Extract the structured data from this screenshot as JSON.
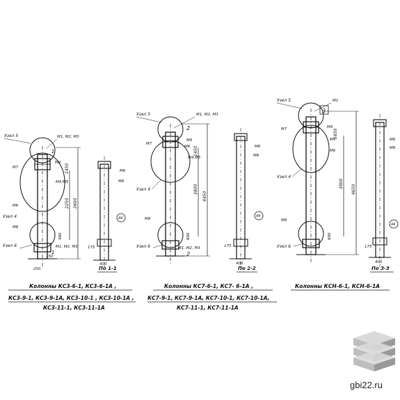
{
  "drawing": {
    "group1": {
      "caption_line1": "Колонны КС3-6-1, КС3-6-1А ,",
      "caption_line2": "КС3-9-1, КС3-9-1А, КС3-10-1 , КС3-10-1А ,",
      "caption_line3": "КС3-11-1, КС3-11-1А",
      "section": "По 1-1",
      "labels": {
        "uzel5": "Узел 5",
        "uzel4": "Узел 4",
        "uzel6": "Узел 6",
        "m1m2m3_top": "М1, М2, М3",
        "m1m2m3_bot": "М1, М2, М3",
        "m7": "М7",
        "m9": "М9",
        "m4m5": "М4,М5",
        "m6": "М6",
        "m8": "М8",
        "m6_side": "М6",
        "m8_side": "М8",
        "d2600": "2600",
        "d2250": "2250",
        "d1450": "1450",
        "d480": "480",
        "d150": "150",
        "d175": "175",
        "d400": "400",
        "d250": "250",
        "d1_top": "1",
        "d1_bot": "1",
        "c44": "44"
      }
    },
    "group2": {
      "caption_line1": "Колонны КС7-6-1, КС7- 6-1А ,",
      "caption_line2": "КС7-9-1, КС7-9-1А, КС7-10-1, КС7-10-1А,",
      "caption_line3": "КС7-11-1, КС7-11-1А",
      "section": "По 2-2",
      "labels": {
        "uzel5": "Узел 5",
        "uzel4": "Узел 4",
        "uzel6": "Узел 6",
        "m1m2m3_top": "М1, М2, М3",
        "m1m2m3_bot": "М1, М2, М3",
        "m7": "М7",
        "m9": "М9",
        "m4m5": "М4,М5",
        "m6": "М6",
        "m8": "М8",
        "m6_side": "М6",
        "m8_side": "М8",
        "d4450": "4450",
        "d3800": "3800",
        "d1450": "1450",
        "d600": "600",
        "d175": "175",
        "d400": "400",
        "d2_top": "2",
        "d2_bot": "2",
        "c44": "44"
      }
    },
    "group3": {
      "caption_line1": "Колонны КСН-6-1, КСН-6-1А",
      "section": "По 3-3",
      "labels": {
        "uzel5": "Узел 5",
        "uzel4": "Узел 4",
        "uzel6": "Узел 6",
        "m2": "М2",
        "m7": "М7",
        "m9": "М9",
        "m4": "М4",
        "m6": "М6",
        "m8": "М8",
        "m6_side": "М6",
        "m8_side": "М8",
        "d4650": "4650",
        "d3900": "3900",
        "d1650": "1650",
        "d600": "600",
        "d175": "175",
        "d400": "400",
        "d3": "3",
        "c44": "44"
      }
    }
  },
  "watermark": {
    "site": "gbi22.ru"
  },
  "colors": {
    "ink": "#111111",
    "logo_light": "#d9d9d9",
    "logo_mid": "#bdbdbd",
    "logo_dark": "#9a9a9a"
  }
}
